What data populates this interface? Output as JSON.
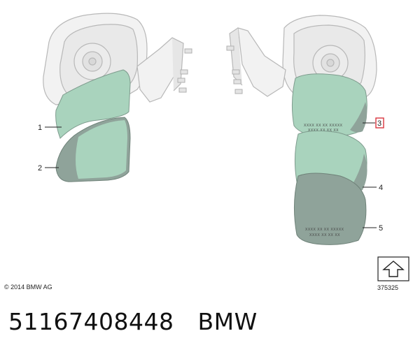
{
  "callouts": [
    {
      "label": "1"
    },
    {
      "label": "2"
    },
    {
      "label": "3",
      "highlight_color": "#d9363e"
    },
    {
      "label": "4"
    },
    {
      "label": "5"
    }
  ],
  "mirror_codes": {
    "line_a": "XXXX XX XX XXXXX",
    "line_b": "XXXX XX XX XX"
  },
  "copyright": "© 2014 BMW AG",
  "drawing_number": "375325",
  "part_number": "51167408448",
  "brand": "BMW",
  "colors": {
    "mirror_glass": "#a9d3bd",
    "mirror_glass_dark": "#8fa39a",
    "housing_outline": "#b8b8b8"
  }
}
